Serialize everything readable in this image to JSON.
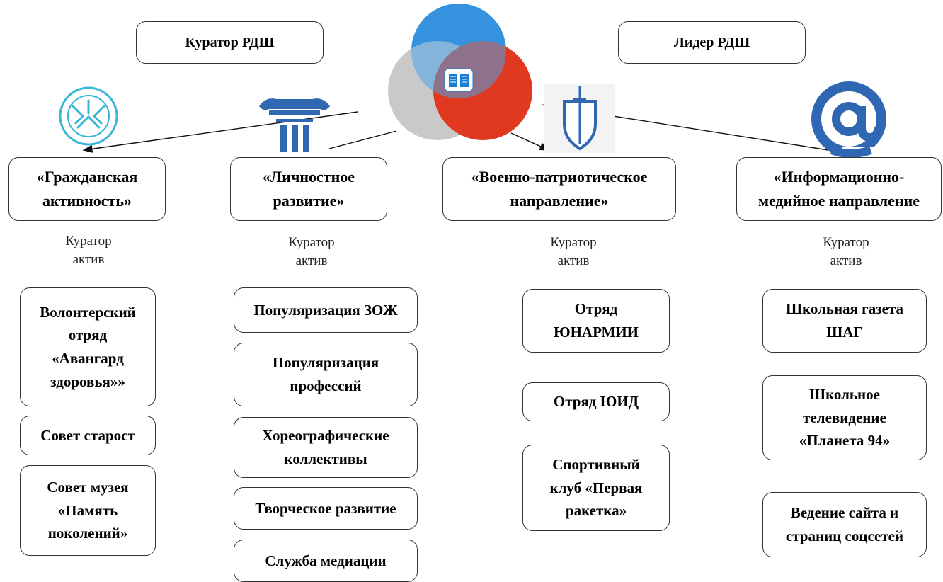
{
  "top": {
    "curator": "Куратор РДШ",
    "leader": "Лидер РДШ"
  },
  "directions": [
    {
      "title": "«Гражданская активность»",
      "sub1": "Куратор",
      "sub2": "актив",
      "items": [
        "Волонтерский отряд «Авангард здоровья»»",
        "Совет старост",
        "Совет музея «Память поколений»"
      ]
    },
    {
      "title": "«Личностное развитие»",
      "sub1": "Куратор",
      "sub2": "актив",
      "items": [
        "Популяризация ЗОЖ",
        "Популяризация профессий",
        "Хореографические коллективы",
        "Творческое развитие",
        "Служба медиации"
      ]
    },
    {
      "title": "«Военно-патриотическое направление»",
      "sub1": "Куратор",
      "sub2": "актив",
      "items": [
        "Отряд ЮНАРМИИ",
        "Отряд ЮИД",
        "Спортивный клуб «Первая ракетка»"
      ]
    },
    {
      "title": "«Информационно-медийное направление",
      "sub1": "Куратор",
      "sub2": "актив",
      "items": [
        "Школьная газета ШАГ",
        "Школьное телевидение «Планета 94»",
        "Ведение сайта и страниц соцсетей"
      ]
    }
  ],
  "colors": {
    "logo_blue": "#1a7fd4",
    "logo_red": "#e0391f",
    "logo_gray": "#c8c8c8",
    "icon_blue": "#2f67b2",
    "civic_icon": "#37b6d6"
  },
  "icons": [
    "rdsh-logo-icon",
    "handshake-circle-icon",
    "column-icon",
    "shield-sword-icon",
    "at-sign-icon"
  ]
}
